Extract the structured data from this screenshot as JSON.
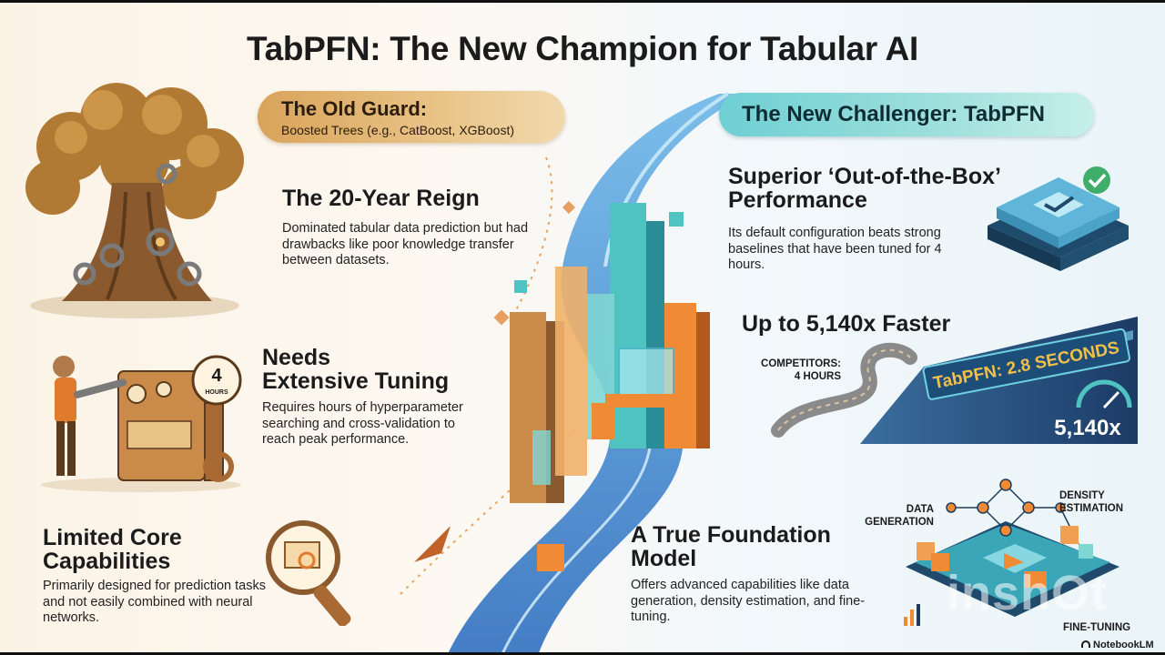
{
  "title": "TabPFN: The New Champion for Tabular AI",
  "old_guard": {
    "heading": "The Old Guard:",
    "subheading": "Boosted Trees (e.g., CatBoost, XGBoost)",
    "points": [
      {
        "title": "The 20-Year Reign",
        "text": "Dominated tabular data prediction but had drawbacks like poor knowledge transfer between datasets."
      },
      {
        "title_lines": [
          "Needs",
          "Extensive Tuning"
        ],
        "text": "Requires hours of hyperparameter searching and cross-validation to reach peak performance.",
        "clock_number": "4",
        "clock_label": "HOURS"
      },
      {
        "title_lines": [
          "Limited Core",
          "Capabilities"
        ],
        "text": "Primarily designed for prediction tasks and not easily combined with neural networks."
      }
    ]
  },
  "new_challenger": {
    "heading": "The New Challenger: TabPFN",
    "points": [
      {
        "title_lines": [
          "Superior ‘Out-of-the-Box’",
          "Performance"
        ],
        "text": "Its default configuration beats strong baselines that have been tuned for 4 hours."
      },
      {
        "title": "Up to 5,140x Faster",
        "competitors_lines": [
          "COMPETITORS:",
          "4 HOURS"
        ],
        "road_label": "TabPFN: 2.8 SECONDS",
        "speedup": "5,140x"
      },
      {
        "title_lines": [
          "A True Foundation",
          "Model"
        ],
        "text": "Offers advanced capabilities like data generation, density estimation, and fine-tuning.",
        "labels": {
          "data_generation": [
            "DATA",
            "GENERATION"
          ],
          "density_estimation": [
            "DENSITY",
            "ESTIMATION"
          ],
          "fine_tuning": "FINE-TUNING"
        }
      }
    ]
  },
  "watermark": "inshOt",
  "brand": "NotebookLM",
  "colors": {
    "old_accent": "#d9a35a",
    "new_accent": "#6ecfd3",
    "river": "#3a7fc9",
    "orange": "#f08a35"
  }
}
